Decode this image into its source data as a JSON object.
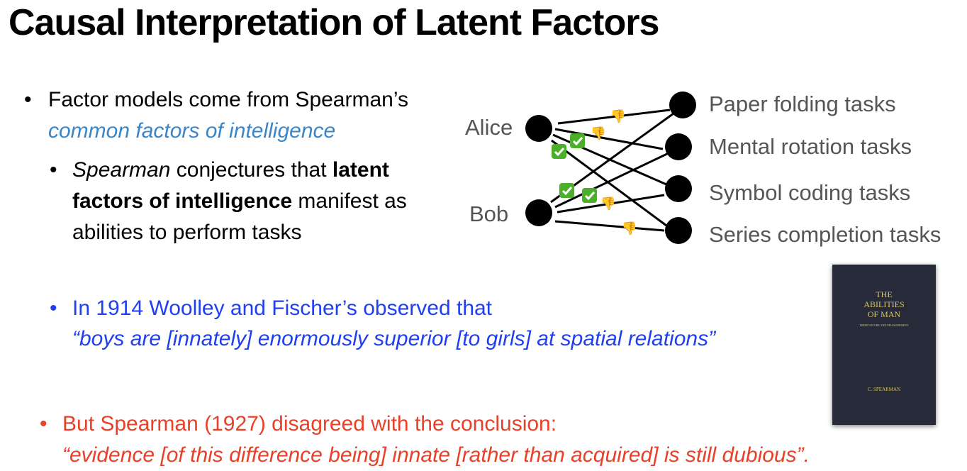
{
  "title": "Causal Interpretation of Latent Factors",
  "bullet1": {
    "text": "Factor models come from Spearman’s",
    "link": "common factors of intelligence"
  },
  "bullet1_sub": {
    "italic": "Spearman",
    "t1": " conjectures that ",
    "bold1": "latent",
    "bold2": "factors of intelligence",
    "t2": " manifest as",
    "line3": "abilities to perform tasks"
  },
  "bullet2": {
    "line1": "In 1914 Woolley and Fischer’s observed that",
    "quote": "“boys are [innately] enormously superior [to girls] at spatial relations”"
  },
  "bullet3": {
    "line1": "But Spearman (1927) disagreed with the conclusion:",
    "quote": "“evidence [of this difference being] innate [rather than acquired] is still dubious”."
  },
  "diagram": {
    "people": [
      "Alice",
      "Bob"
    ],
    "tasks": [
      "Paper folding tasks",
      "Mental rotation tasks",
      "Symbol coding tasks",
      "Series completion tasks"
    ],
    "edges": [
      {
        "person": "Alice",
        "task": "Paper folding tasks",
        "result": "thumbs-down"
      },
      {
        "person": "Alice",
        "task": "Mental rotation tasks",
        "result": "thumbs-down"
      },
      {
        "person": "Alice",
        "task": "Symbol coding tasks",
        "result": "check"
      },
      {
        "person": "Alice",
        "task": "Series completion tasks",
        "result": "check"
      },
      {
        "person": "Bob",
        "task": "Paper folding tasks",
        "result": "check"
      },
      {
        "person": "Bob",
        "task": "Mental rotation tasks",
        "result": "check"
      },
      {
        "person": "Bob",
        "task": "Symbol coding tasks",
        "result": "thumbs-down"
      },
      {
        "person": "Bob",
        "task": "Series completion tasks",
        "result": "thumbs-down"
      }
    ]
  },
  "book": {
    "title1": "THE",
    "title2": "ABILITIES",
    "title3": "OF MAN",
    "subtitle": "THEIR NATURE AND MEASUREMENT",
    "author": "C. SPEARMAN"
  },
  "colors": {
    "link": "#3a86c8",
    "blue": "#1f3ff0",
    "red": "#e8412a"
  }
}
